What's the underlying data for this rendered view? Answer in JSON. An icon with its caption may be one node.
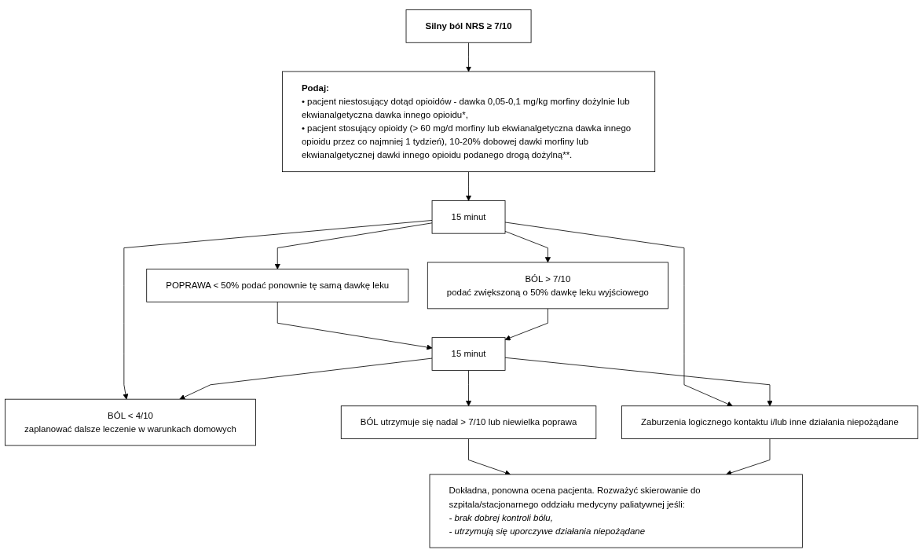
{
  "diagram": {
    "nodes": [
      {
        "text": [
          "Silny ból NRS ≥ 7/10"
        ]
      },
      {
        "text": [
          "Podaj:",
          "• pacjent niestosujący dotąd opioidów - dawka 0,05-0,1 mg/kg morfiny dożylnie lub ekwianalgetyczna dawka innego opioidu*,",
          "• pacjent stosujący opioidy (> 60 mg/d morfiny lub ekwianalgetyczna dawka innego opioidu przez co najmniej 1 tydzień), 10-20% dobowej dawki morfiny lub ekwianalgetycznej dawki innego opioidu podanego drogą dożylną**."
        ]
      },
      {
        "text": [
          "15 minut"
        ]
      },
      {
        "text": [
          "BÓL < 4/10",
          "zaplanować dalsze leczenie w warunkach domowych"
        ]
      },
      {
        "text": [
          "POPRAWA < 50% podać ponownie tę samą dawkę leku"
        ]
      },
      {
        "text": [
          "BÓL > 7/10",
          "podać zwiększoną o 50% dawkę leku wyjściowego"
        ]
      },
      {
        "text": [
          "Zaburzenia logicznego kontaktu i/lub inne działania niepożądane"
        ]
      },
      {
        "text": [
          "15 minut"
        ]
      },
      {
        "text": [
          "BÓL utrzymuje się nadal > 7/10 lub niewielka poprawa"
        ]
      },
      {
        "text": [
          "Dokładna, ponowna ocena pacjenta. Rozważyć skierowanie do szpitala/stacjonarnego oddziału medycyny paliatywnej jeśli:",
          "- brak dobrej kontroli bólu,",
          "- utrzymują się uporczywe działania niepożądane"
        ]
      }
    ],
    "edges": [
      {
        "from": 0,
        "to": 1,
        "arrow": "to"
      },
      {
        "from": 1,
        "to": 2,
        "arrow": "to"
      },
      {
        "from": 2,
        "to": 3,
        "arrow": "to"
      },
      {
        "from": 2,
        "to": 4,
        "arrow": "to"
      },
      {
        "from": 2,
        "to": 5,
        "arrow": "to"
      },
      {
        "from": 2,
        "to": 6,
        "arrow": "to"
      },
      {
        "from": 4,
        "to": 7,
        "arrow": "to"
      },
      {
        "from": 5,
        "to": 7,
        "arrow": "to"
      },
      {
        "from": 7,
        "to": 3,
        "arrow": "to"
      },
      {
        "from": 7,
        "to": 6,
        "arrow": "to"
      },
      {
        "from": 7,
        "to": 8,
        "arrow": "to"
      },
      {
        "from": 8,
        "to": 9,
        "arrow": "to"
      },
      {
        "from": 6,
        "to": 9,
        "arrow": "to"
      }
    ]
  }
}
